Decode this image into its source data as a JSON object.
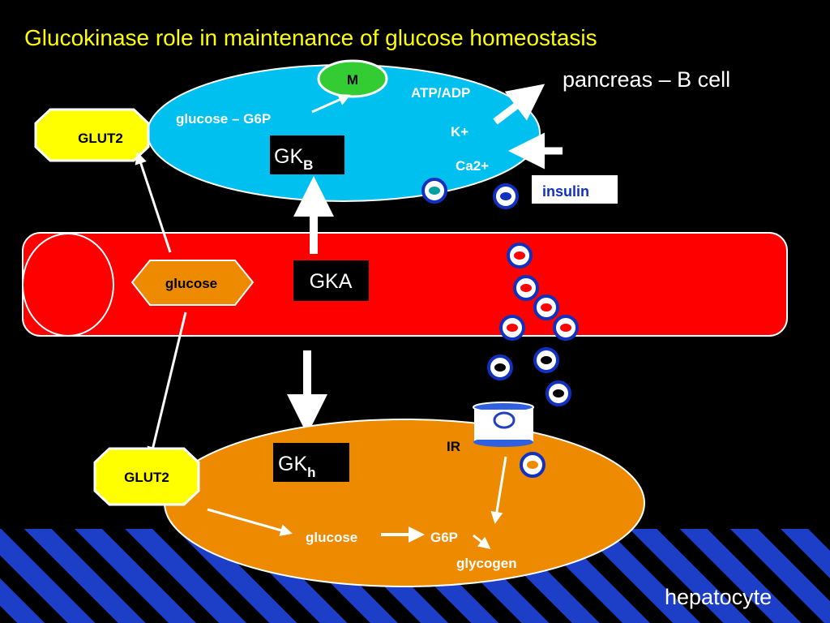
{
  "slide": {
    "title": "Glucokinase role in maintenance of glucose homeostasis",
    "pancreas_label": "pancreas – B cell",
    "hepatocyte_label": "hepatocyte"
  },
  "beta_cell": {
    "m_label": "M",
    "atp_adp": "ATP/ADP",
    "k_plus": "K+",
    "ca2_plus": "Ca2+",
    "glucose_g6p": "glucose – G6P",
    "gk_main": "GK",
    "gk_sub": "B",
    "glut2": "GLUT2",
    "insulin": "insulin"
  },
  "blood_vessel": {
    "glucose": "glucose",
    "gka": "GKA"
  },
  "liver_cell": {
    "glut2": "GLUT2",
    "gk_main": "GK",
    "gk_sub": "h",
    "ir": "IR",
    "glucose": "glucose",
    "g6p": "G6P",
    "glycogen": "glycogen"
  },
  "colors": {
    "background": "#000000",
    "title": "#FFFF00",
    "beta_cell": "#00C0F0",
    "vessel": "#FF0000",
    "hepatocyte": "#EE8A00",
    "glut2": "#FFFF00",
    "m_node": "#33CC33",
    "insulin_ring": "#1030C0"
  }
}
